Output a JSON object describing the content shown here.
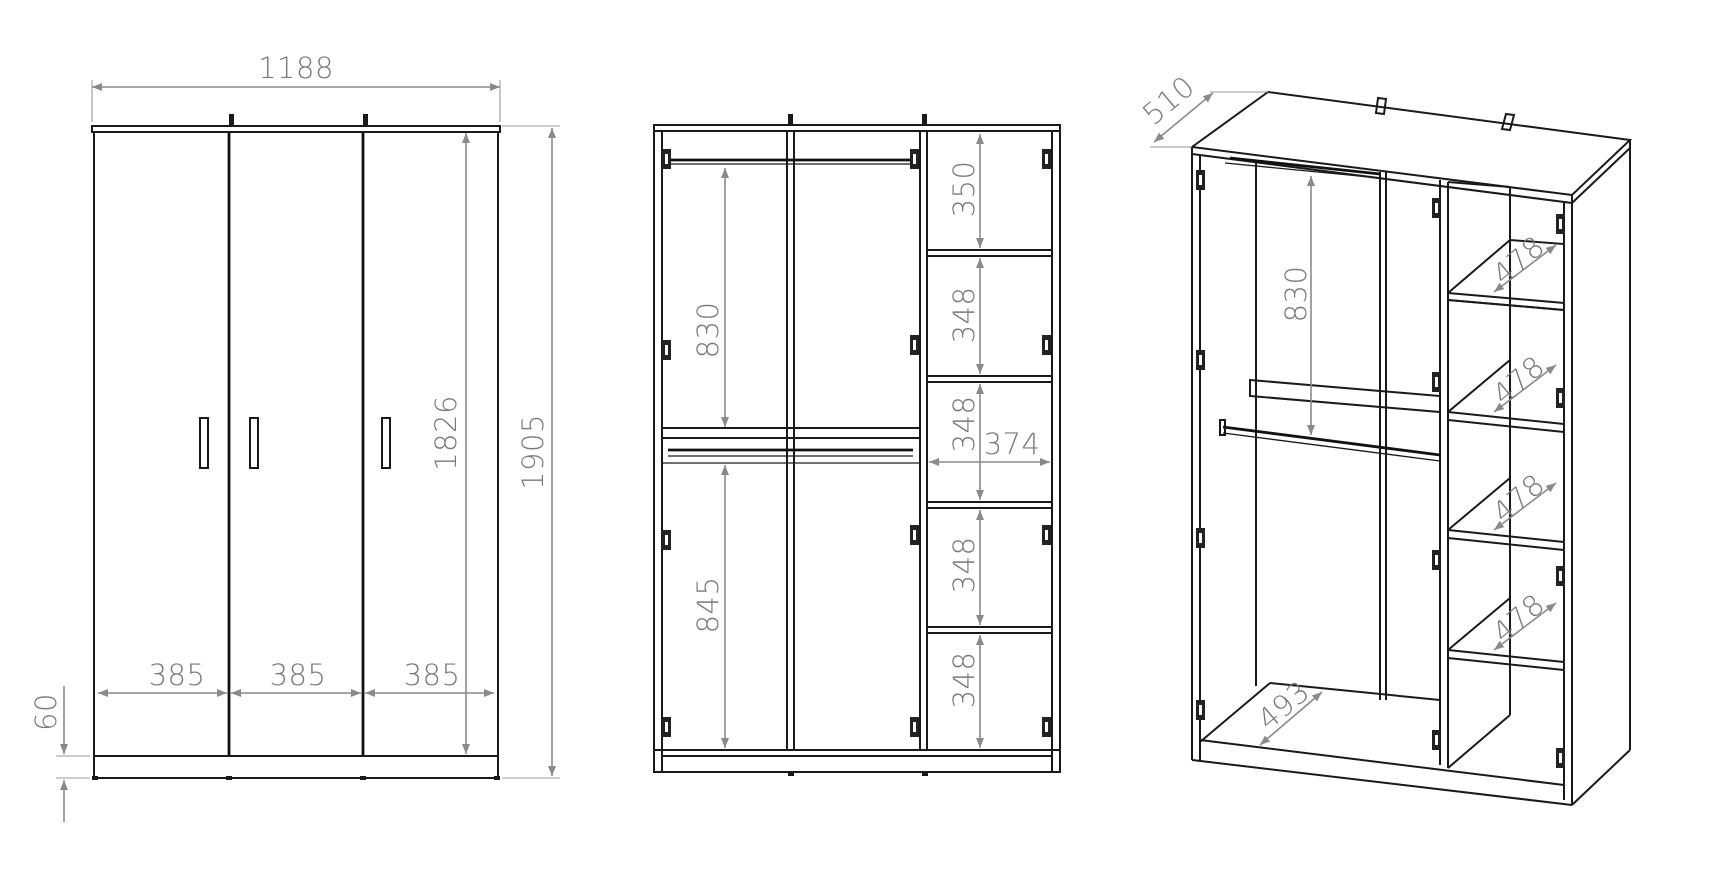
{
  "drawing": {
    "front_view": {
      "width_total": "1188",
      "height_total": "1905",
      "height_inner": "1826",
      "base_height": "60",
      "door_widths": [
        "385",
        "385",
        "385"
      ]
    },
    "open_view": {
      "hanging_upper": "830",
      "hanging_lower": "845",
      "shelf_heights": [
        "350",
        "348",
        "348",
        "348",
        "348"
      ],
      "shelf_width": "374"
    },
    "perspective_view": {
      "depth": "510",
      "hanging_height": "830",
      "shelf_depths": [
        "478",
        "478",
        "478",
        "478"
      ],
      "floor_depth": "493"
    }
  },
  "colors": {
    "line": "#1a1a1a",
    "dimension": "#8a8a8a"
  }
}
